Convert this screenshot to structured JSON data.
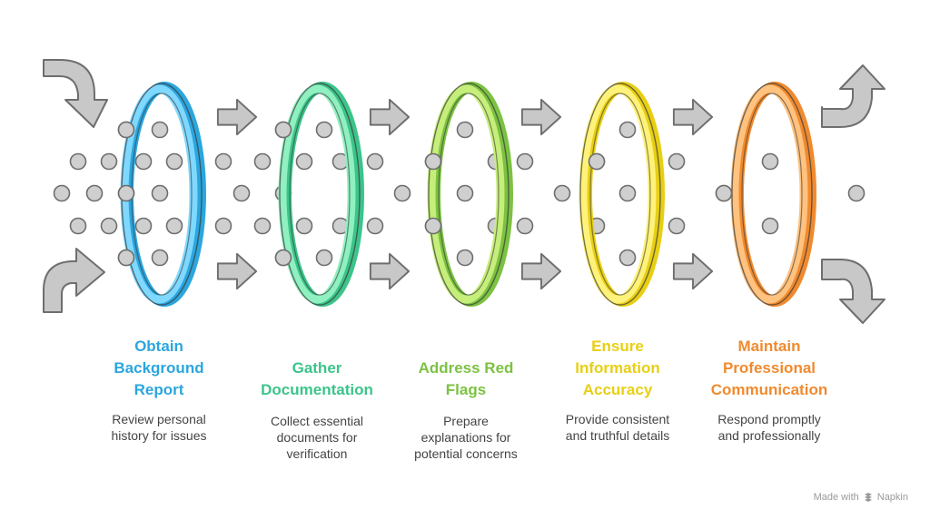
{
  "steps": [
    {
      "title": [
        "Obtain",
        "Background",
        "Report"
      ],
      "description": [
        "Review personal",
        "history for issues"
      ],
      "color": "#2BA6DE",
      "light": "#7FD8FF"
    },
    {
      "title": [
        "Gather",
        "Documentation"
      ],
      "description": [
        "Collect essential",
        "documents for",
        "verification"
      ],
      "color": "#3CC48A",
      "light": "#8FF0C0"
    },
    {
      "title": [
        "Address Red",
        "Flags"
      ],
      "description": [
        "Prepare",
        "explanations for",
        "potential concerns"
      ],
      "color": "#7CC242",
      "light": "#C6EE7A"
    },
    {
      "title": [
        "Ensure",
        "Information",
        "Accuracy"
      ],
      "description": [
        "Provide consistent",
        "and truthful details"
      ],
      "color": "#E8CF14",
      "light": "#FFF27A"
    },
    {
      "title": [
        "Maintain",
        "Professional",
        "Communication"
      ],
      "description": [
        "Respond promptly",
        "and professionally"
      ],
      "color": "#F08A2E",
      "light": "#FFC27F"
    }
  ],
  "watermark": {
    "prefix": "Made with",
    "brand": "Napkin"
  },
  "colors": {
    "arrow_fill": "#C8C8C8",
    "arrow_stroke": "#6E6E6E",
    "dot_fill": "#CFCFCF",
    "dot_stroke": "#6E6E6E"
  }
}
